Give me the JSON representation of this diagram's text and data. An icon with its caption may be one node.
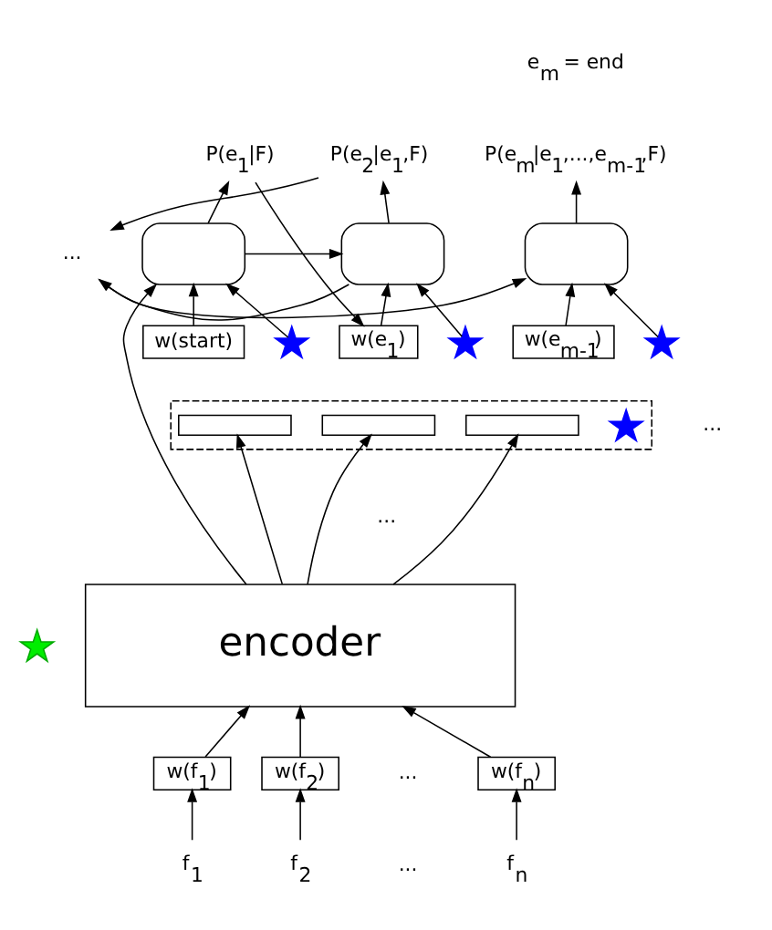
{
  "diagram": {
    "nodes": [
      {
        "text": [
          "P(e$_{1}$|F)"
        ]
      },
      {
        "text": [
          "P(e$_{2}$|e$_{1}$,F)"
        ]
      },
      {
        "text": [
          "P(e$_{m}$|e$_{1}$,...,e$_{m-1}$,F)"
        ]
      },
      {
        "text": [],
        "shape": "box"
      },
      {
        "text": [],
        "shape": "box"
      },
      {
        "text": [
          "..."
        ]
      },
      {
        "text": [],
        "shape": "box"
      },
      {
        "text": [
          "w(start)"
        ]
      },
      {
        "text": [],
        "shape": "star"
      },
      {
        "text": [
          "w(e$_{1}$)"
        ]
      },
      {
        "text": [],
        "shape": "star"
      },
      {
        "text": [
          "w(e$_{m-1}$)"
        ]
      },
      {
        "text": [],
        "shape": "star"
      },
      {
        "text": [],
        "shape": "box"
      },
      {
        "text": [],
        "shape": "box",
        "in": 13
      },
      {
        "text": [],
        "shape": "box",
        "in": 13
      },
      {
        "text": [],
        "shape": "box",
        "in": 13
      },
      {
        "text": [],
        "shape": "star",
        "in": 13
      },
      {
        "text": [
          "encoder"
        ]
      },
      {
        "text": [],
        "shape": "star"
      },
      {
        "text": [
          "w(f$_{1}$)"
        ]
      },
      {
        "text": [
          "w(f$_{2}$)"
        ]
      },
      {
        "text": [
          "w(f$_{n}$)"
        ]
      },
      {
        "text": [
          "f$_{1}$"
        ]
      },
      {
        "text": [
          "f$_{2}$"
        ]
      },
      {
        "text": [
          "f$_{n}$"
        ]
      }
    ],
    "edges": [
      {
        "from": 3,
        "to": 0,
        "arrow": "to"
      },
      {
        "from": 4,
        "to": 1,
        "arrow": "to"
      },
      {
        "from": 6,
        "to": 2,
        "arrow": "to"
      },
      {
        "from": 18,
        "to": 3,
        "arrow": "to"
      },
      {
        "from": 3,
        "to": 4,
        "arrow": "to"
      },
      {
        "from": 4,
        "to": 5,
        "arrow": "to"
      },
      {
        "from": 5,
        "to": 6,
        "arrow": "to"
      },
      {
        "from": 7,
        "to": 3,
        "arrow": "to"
      },
      {
        "from": 8,
        "to": 3,
        "arrow": "to"
      },
      {
        "from": 9,
        "to": 4,
        "arrow": "to"
      },
      {
        "from": 10,
        "to": 4,
        "arrow": "to"
      },
      {
        "from": 11,
        "to": 6,
        "arrow": "to"
      },
      {
        "from": 12,
        "to": 6,
        "arrow": "to"
      },
      {
        "from": 0,
        "to": 9,
        "arrow": "to"
      },
      {
        "from": 1,
        "to": 5,
        "arrow": "to"
      },
      {
        "from": 18,
        "to": 14,
        "arrow": "to"
      },
      {
        "from": 18,
        "to": 15,
        "arrow": "to"
      },
      {
        "from": 18,
        "to": 16,
        "arrow": "to"
      },
      {
        "from": 20,
        "to": 18,
        "arrow": "to"
      },
      {
        "from": 21,
        "to": 18,
        "arrow": "to"
      },
      {
        "from": 22,
        "to": 18,
        "arrow": "to"
      },
      {
        "from": 23,
        "to": 20,
        "arrow": "to"
      },
      {
        "from": 24,
        "to": 21,
        "arrow": "to"
      },
      {
        "from": 25,
        "to": 22,
        "arrow": "to"
      }
    ],
    "labels": [
      "e$_{m}$ = end",
      "...",
      "...",
      "...",
      "..."
    ]
  }
}
